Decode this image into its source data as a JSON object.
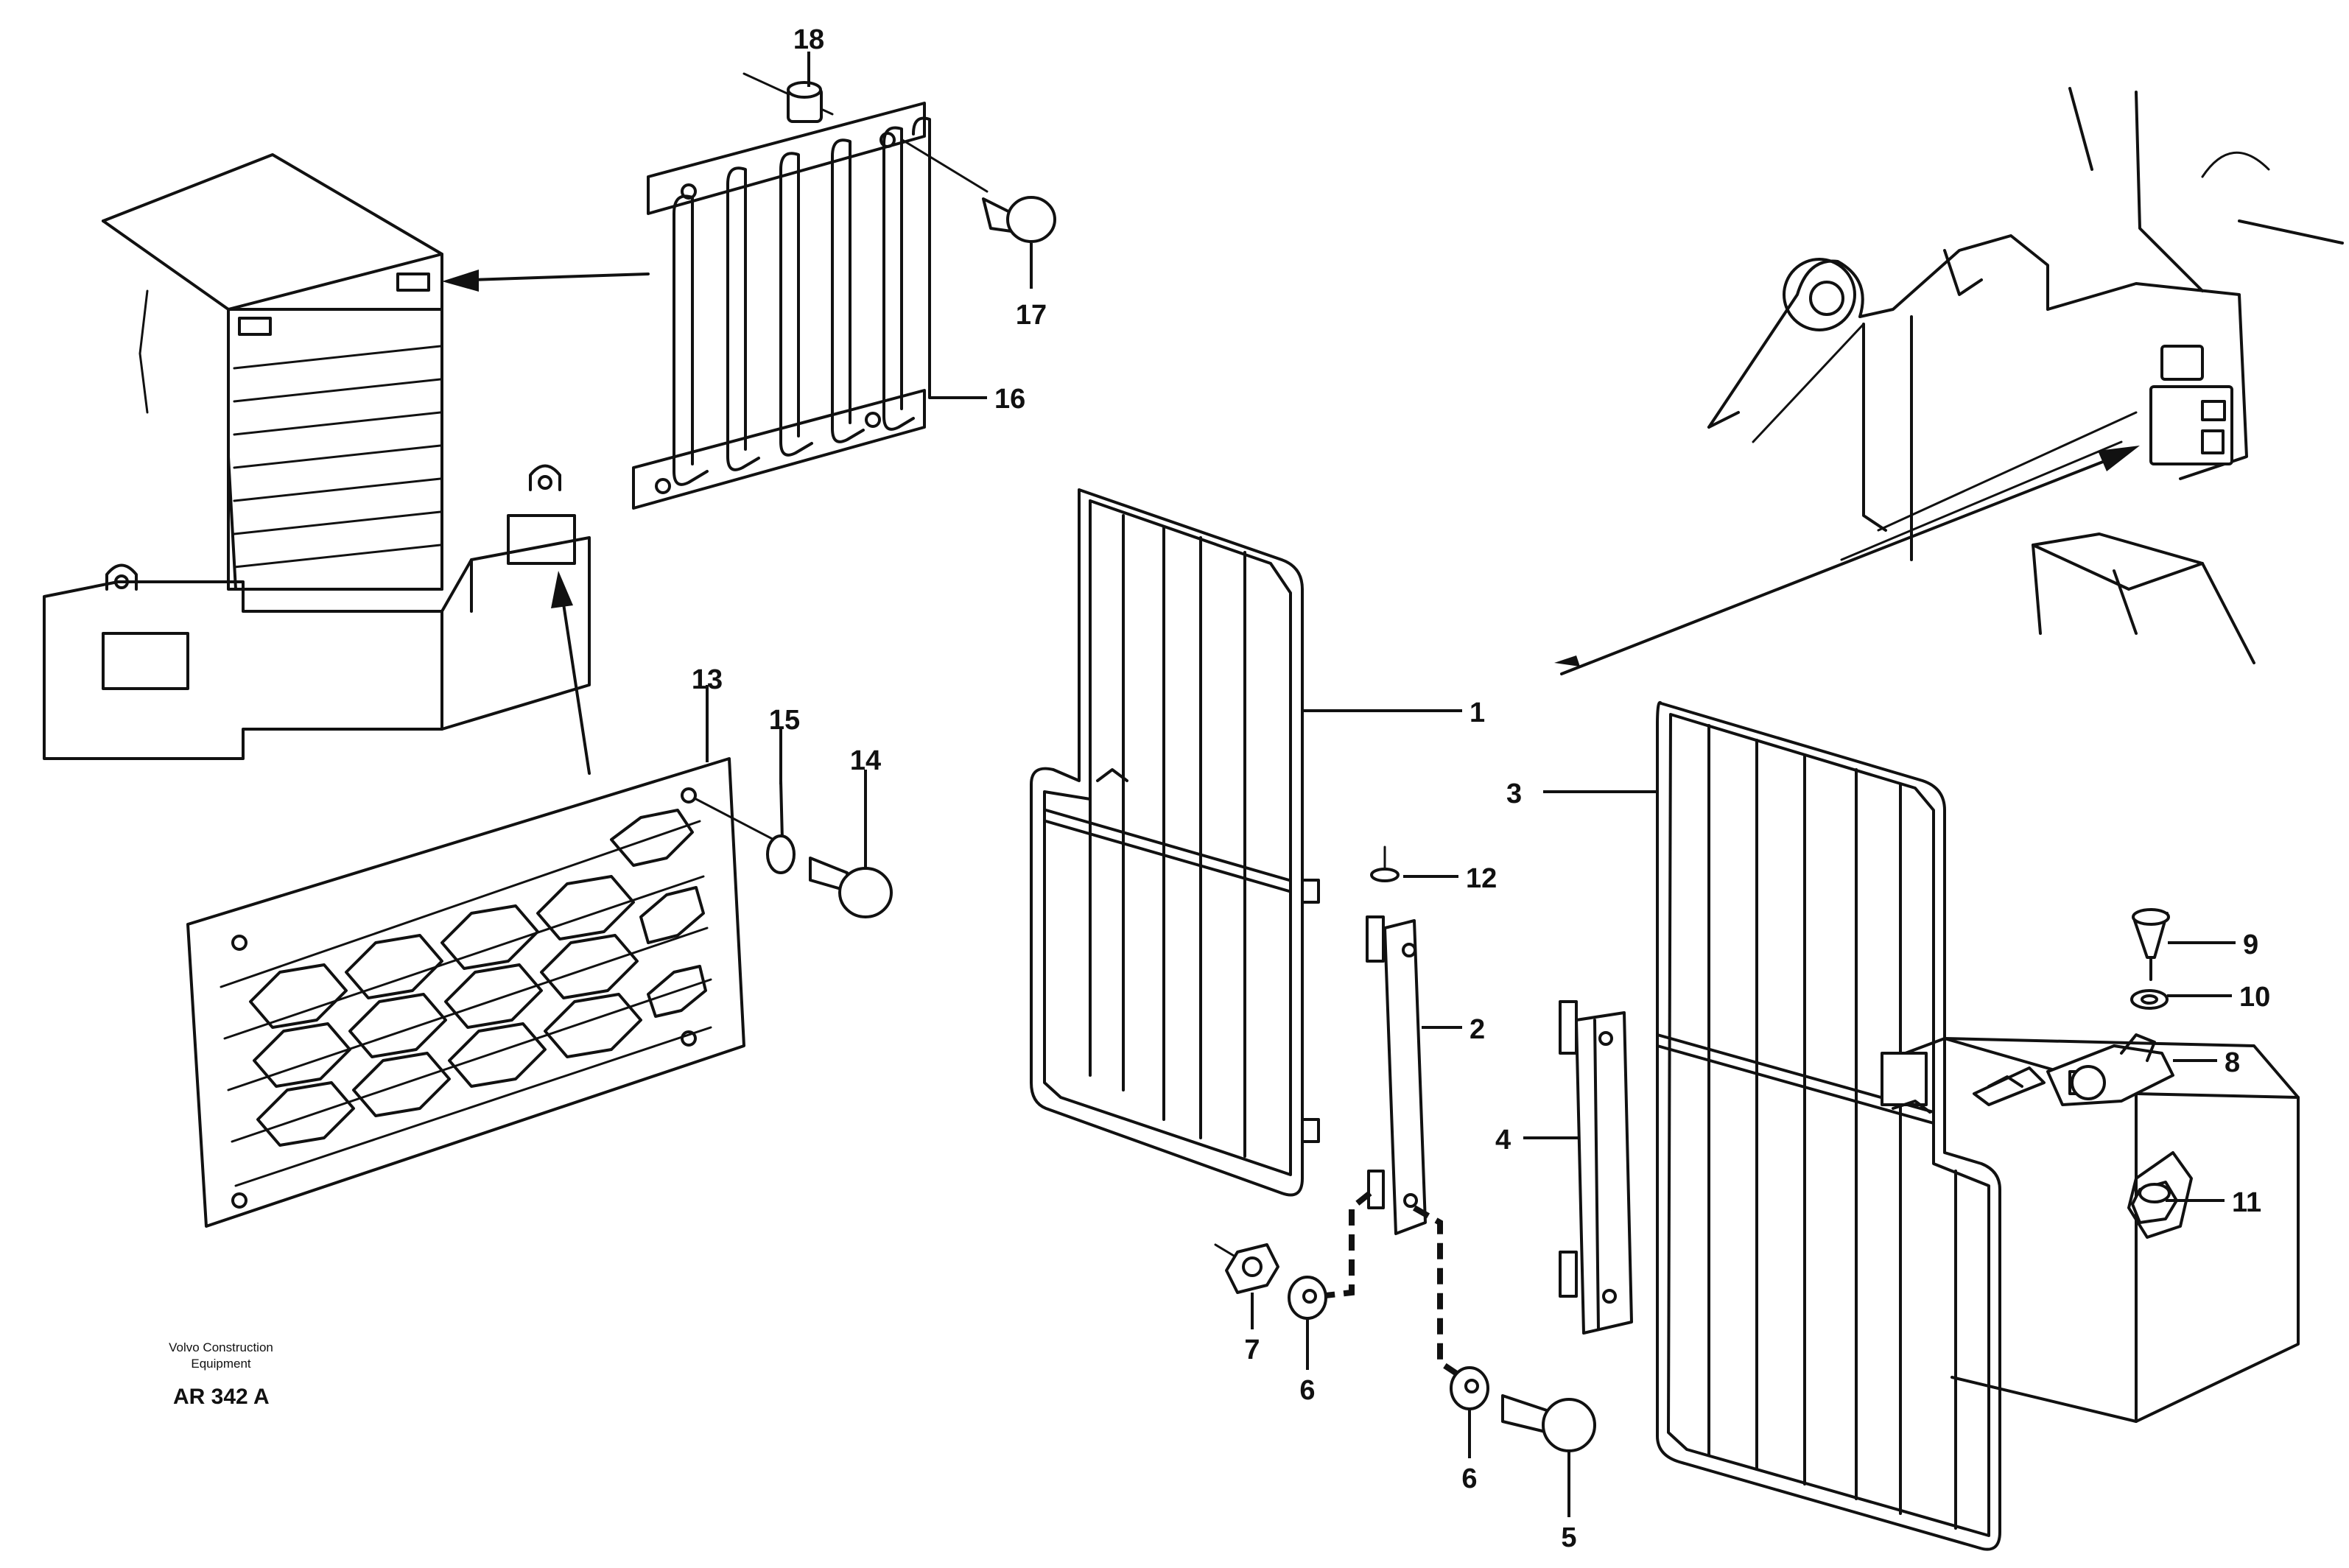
{
  "diagram": {
    "callouts": {
      "c1": "1",
      "c2": "2",
      "c3": "3",
      "c4": "4",
      "c5": "5",
      "c6a": "6",
      "c6b": "6",
      "c7": "7",
      "c8": "8",
      "c9": "9",
      "c10": "10",
      "c11": "11",
      "c12": "12",
      "c13": "13",
      "c14": "14",
      "c15": "15",
      "c16": "16",
      "c17": "17",
      "c18": "18"
    },
    "footer": {
      "company_line1": "Volvo Construction",
      "company_line2": "Equipment",
      "drawing_code": "AR 342 A"
    }
  }
}
